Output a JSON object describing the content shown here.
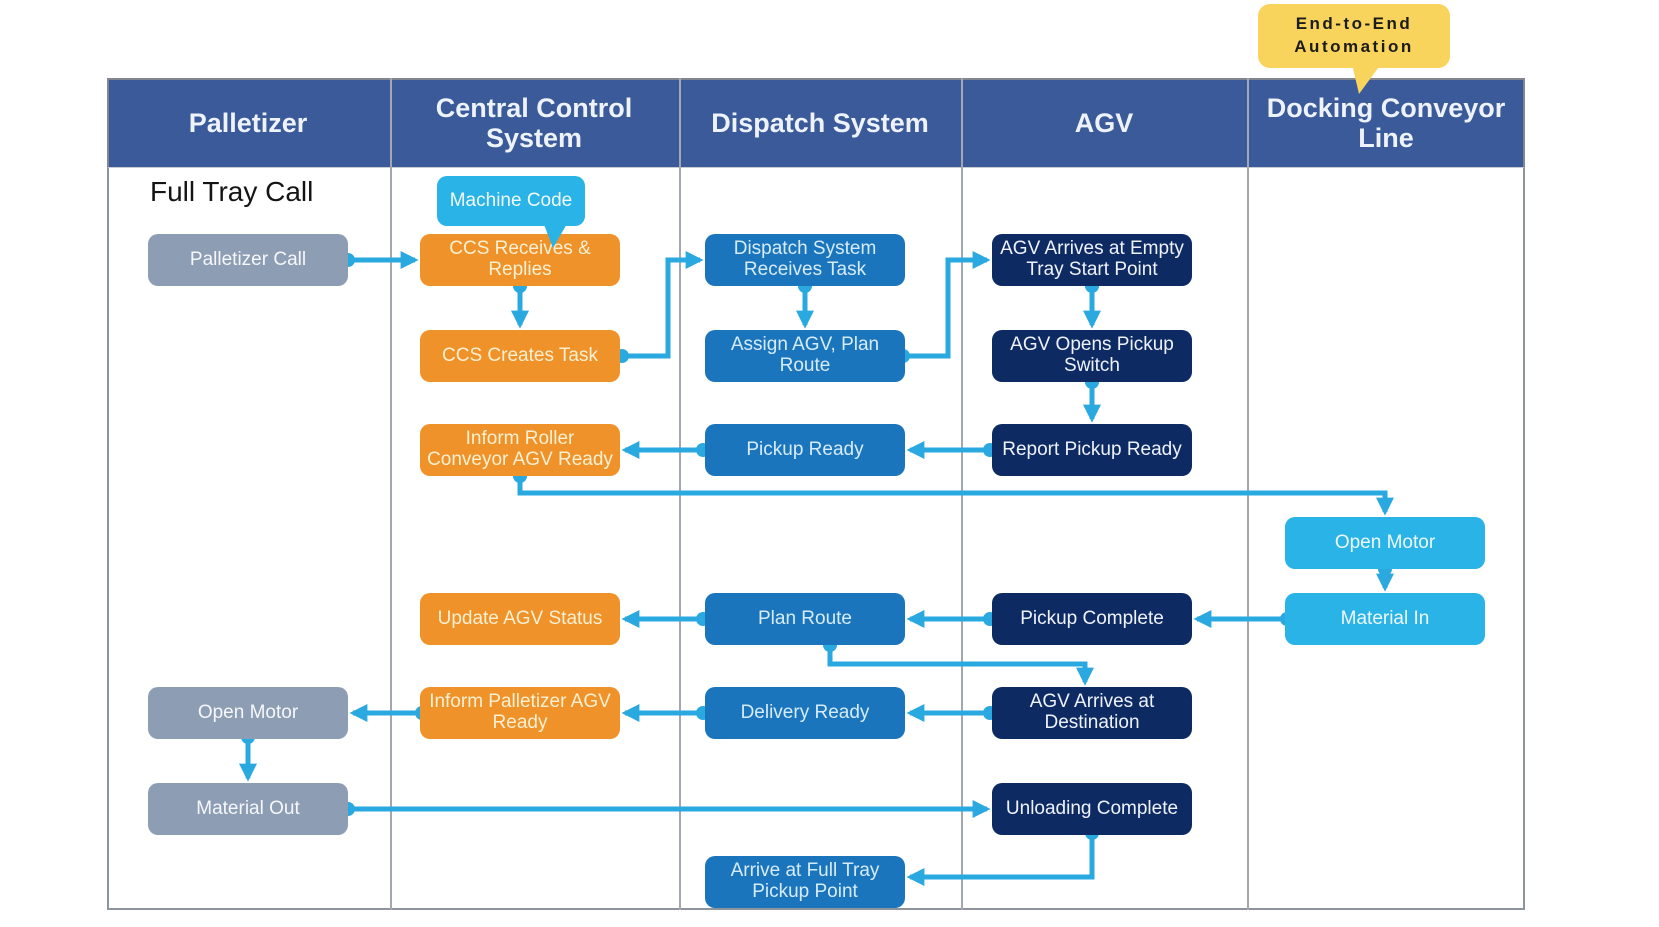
{
  "header": {
    "lanes": [
      "Palletizer",
      "Central Control System",
      "Dispatch System",
      "AGV",
      "Docking Conveyor Line"
    ]
  },
  "callout": {
    "line1": "End-to-End",
    "line2": "Automation"
  },
  "labels": {
    "full_tray_call": "Full Tray Call",
    "machine_code": "Machine Code"
  },
  "nodes": {
    "palletizer_call": "Palletizer Call",
    "ccs_receives": "CCS Receives & Replies",
    "ccs_creates_task": "CCS Creates Task",
    "dispatch_receives_task": "Dispatch System Receives Task",
    "assign_agv": "Assign AGV, Plan Route",
    "agv_arrives_empty": "AGV Arrives at Empty Tray Start Point",
    "agv_opens_pickup": "AGV Opens Pickup Switch",
    "report_pickup_ready": "Report Pickup Ready",
    "pickup_ready": "Pickup Ready",
    "inform_roller_conveyor": "Inform Roller Conveyor AGV Ready",
    "open_motor_docking": "Open Motor",
    "material_in": "Material In",
    "pickup_complete": "Pickup Complete",
    "plan_route": "Plan Route",
    "update_agv_status": "Update AGV Status",
    "inform_palletizer": "Inform Palletizer AGV Ready",
    "delivery_ready": "Delivery Ready",
    "agv_arrives_destination": "AGV Arrives at Destination",
    "open_motor_palletizer": "Open Motor",
    "material_out": "Material Out",
    "unloading_complete": "Unloading Complete",
    "arrive_full_tray": "Arrive at Full Tray Pickup Point"
  },
  "edges": [
    {
      "from": "palletizer_call",
      "to": "ccs_receives"
    },
    {
      "from": "ccs_receives",
      "to": "ccs_creates_task"
    },
    {
      "from": "ccs_creates_task",
      "to": "dispatch_receives_task"
    },
    {
      "from": "dispatch_receives_task",
      "to": "assign_agv"
    },
    {
      "from": "assign_agv",
      "to": "agv_arrives_empty"
    },
    {
      "from": "agv_arrives_empty",
      "to": "agv_opens_pickup"
    },
    {
      "from": "agv_opens_pickup",
      "to": "report_pickup_ready"
    },
    {
      "from": "report_pickup_ready",
      "to": "pickup_ready"
    },
    {
      "from": "pickup_ready",
      "to": "inform_roller_conveyor"
    },
    {
      "from": "inform_roller_conveyor",
      "to": "open_motor_docking"
    },
    {
      "from": "open_motor_docking",
      "to": "material_in"
    },
    {
      "from": "material_in",
      "to": "pickup_complete"
    },
    {
      "from": "pickup_complete",
      "to": "plan_route"
    },
    {
      "from": "plan_route",
      "to": "update_agv_status"
    },
    {
      "from": "plan_route",
      "to": "agv_arrives_destination"
    },
    {
      "from": "agv_arrives_destination",
      "to": "delivery_ready"
    },
    {
      "from": "delivery_ready",
      "to": "inform_palletizer"
    },
    {
      "from": "inform_palletizer",
      "to": "open_motor_palletizer"
    },
    {
      "from": "open_motor_palletizer",
      "to": "material_out"
    },
    {
      "from": "material_out",
      "to": "unloading_complete"
    },
    {
      "from": "unloading_complete",
      "to": "arrive_full_tray"
    }
  ],
  "colors": {
    "header_bg": "#3b5a99",
    "orange": "#f0922a",
    "blue": "#1b75bc",
    "navy": "#0e2a63",
    "cyan": "#29b3e6",
    "gray": "#8d9db4",
    "arrow": "#2aa9e0",
    "callout_yellow": "#f9d45c"
  }
}
